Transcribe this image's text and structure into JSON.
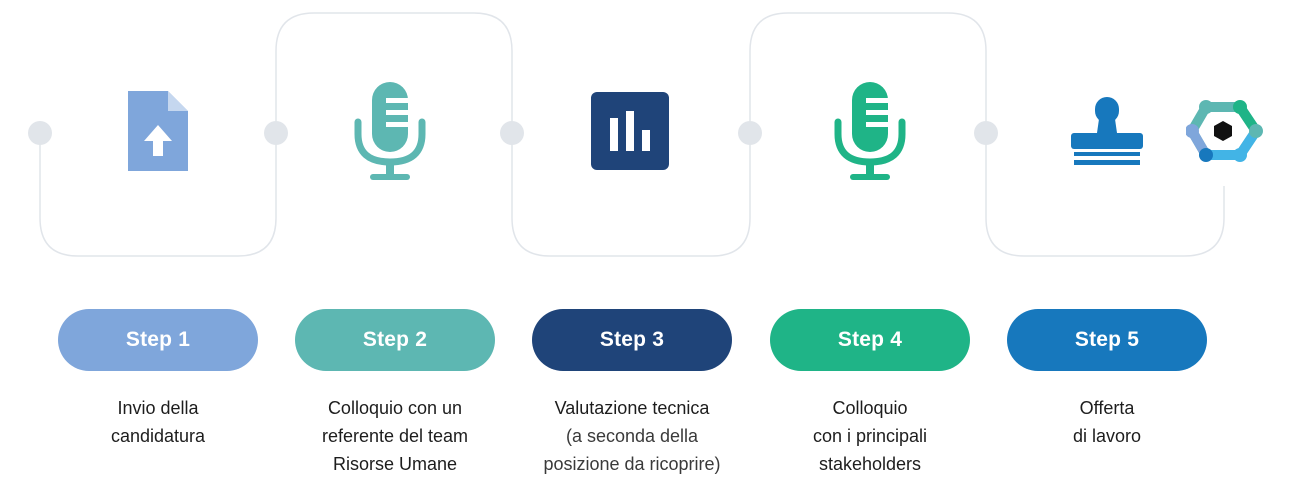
{
  "colors": {
    "step1": "#7fa6db",
    "step2": "#5db7b2",
    "step3": "#1f4479",
    "step4": "#1fb487",
    "step5": "#1778bd",
    "connector": "#e1e5ea"
  },
  "steps": [
    {
      "label": "Step 1",
      "icon": "file-upload-icon",
      "lines": [
        "Invio della",
        "candidatura"
      ]
    },
    {
      "label": "Step 2",
      "icon": "microphone-icon",
      "lines": [
        "Colloquio con un",
        "referente del team",
        "Risorse Umane"
      ]
    },
    {
      "label": "Step 3",
      "icon": "bar-chart-icon",
      "lines": [
        "Valutazione tecnica",
        "(a seconda della",
        "posizione da ricoprire)"
      ]
    },
    {
      "label": "Step 4",
      "icon": "microphone-icon",
      "lines": [
        "Colloquio",
        "con i principali",
        "stakeholders"
      ]
    },
    {
      "label": "Step 5",
      "icon": "stamp-icon",
      "lines": [
        "Offerta",
        "di lavoro"
      ]
    }
  ],
  "logo": {
    "icon": "hexagon-network-logo-icon"
  }
}
